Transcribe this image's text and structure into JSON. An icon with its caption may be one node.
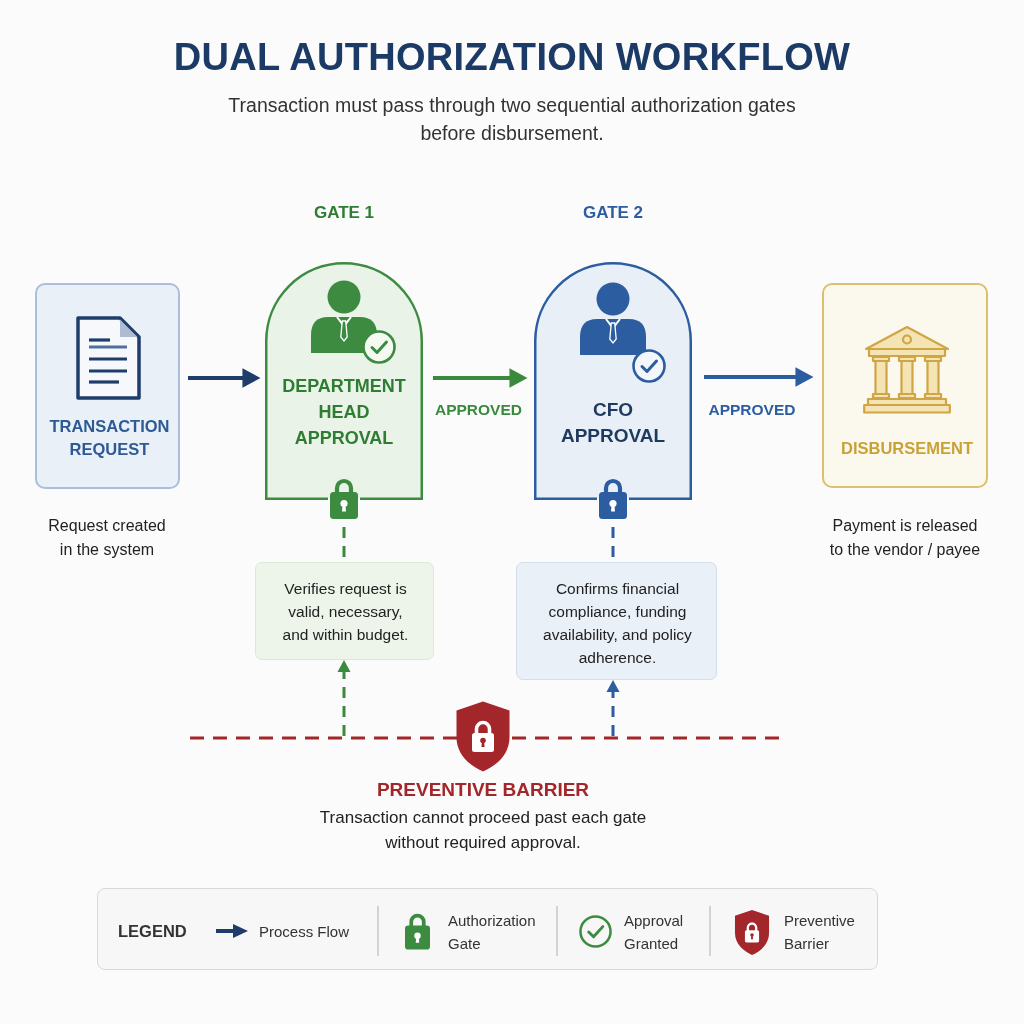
{
  "diagram": {
    "title": "DUAL AUTHORIZATION WORKFLOW",
    "nodes": [
      {
        "text": [
          "TRANSACTION REQUEST"
        ],
        "beside": [
          "Request created in the system"
        ]
      },
      {
        "text": [
          "GATE 1",
          "DEPARTMENT HEAD APPROVAL"
        ]
      },
      {
        "text": [
          "GATE 2",
          "CFO APPROVAL"
        ]
      },
      {
        "text": [
          "DISBURSEMENT"
        ],
        "beside": [
          "Payment is released to the vendor / payee"
        ]
      },
      {
        "text": [
          "Verifies request is valid, necessary, and within budget."
        ]
      },
      {
        "text": [
          "Confirms financial compliance, funding availability, and policy adherence."
        ]
      },
      {
        "text": [
          "PREVENTIVE BARRIER",
          "Transaction cannot proceed past each gate without required approval."
        ]
      }
    ],
    "edges": [
      {
        "from": 0,
        "to": 1,
        "arrow": "to",
        "color": "#1f3d6b"
      },
      {
        "from": 1,
        "to": 2,
        "arrow": "to",
        "label": "APPROVED",
        "color": "#3a8a3e"
      },
      {
        "from": 2,
        "to": 3,
        "arrow": "to",
        "label": "APPROVED",
        "color": "#2c5da0"
      },
      {
        "from": 1,
        "to": 4,
        "arrow": "none",
        "style": "dashed",
        "color": "#3a8a3e"
      },
      {
        "from": 6,
        "to": 4,
        "arrow": "to",
        "style": "dashed",
        "color": "#3a8a3e"
      },
      {
        "from": 2,
        "to": 5,
        "arrow": "none",
        "style": "dashed",
        "color": "#2c5da0"
      },
      {
        "from": 6,
        "to": 5,
        "arrow": "to",
        "style": "dashed",
        "color": "#2c5da0"
      }
    ],
    "labels": [
      "Transaction must pass through two sequential authorization gates before disbursement.",
      "LEGEND"
    ],
    "legend": [
      {
        "text": "Process Flow"
      },
      {
        "text": "Authorization Gate"
      },
      {
        "text": "Approval Granted"
      },
      {
        "text": "Preventive Barrier"
      }
    ]
  }
}
